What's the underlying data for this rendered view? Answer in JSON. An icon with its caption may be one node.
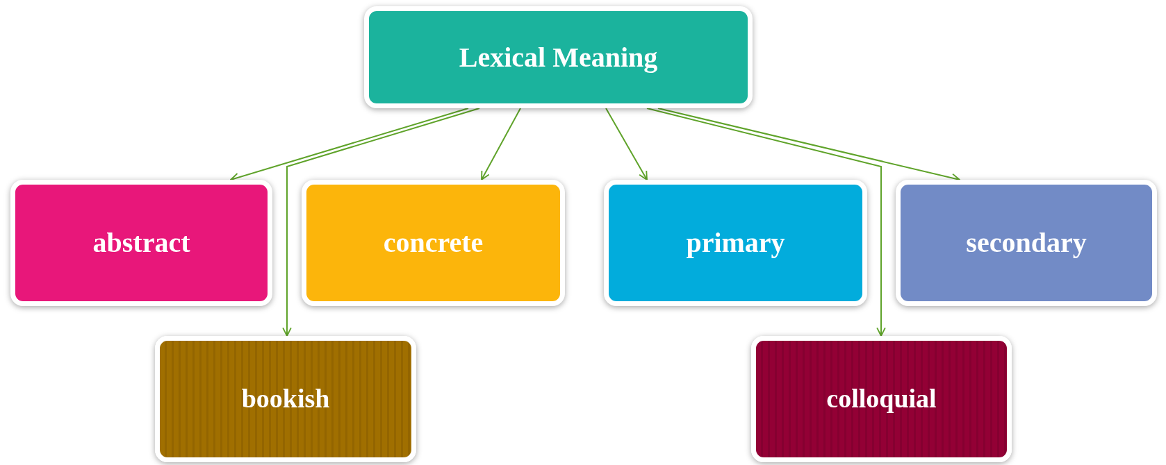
{
  "diagram": {
    "nodes": [
      {
        "text": [
          "Lexical Meaning"
        ]
      },
      {
        "text": [
          "abstract"
        ]
      },
      {
        "text": [
          "concrete"
        ]
      },
      {
        "text": [
          "primary"
        ]
      },
      {
        "text": [
          "secondary"
        ]
      },
      {
        "text": [
          "bookish"
        ]
      },
      {
        "text": [
          "colloquial"
        ]
      }
    ],
    "edges": [
      {
        "from": 0,
        "to": 1,
        "arrow": "to"
      },
      {
        "from": 0,
        "to": 5,
        "arrow": "to"
      },
      {
        "from": 0,
        "to": 2,
        "arrow": "to"
      },
      {
        "from": 0,
        "to": 3,
        "arrow": "to"
      },
      {
        "from": 0,
        "to": 6,
        "arrow": "to"
      },
      {
        "from": 0,
        "to": 4,
        "arrow": "to"
      }
    ]
  }
}
